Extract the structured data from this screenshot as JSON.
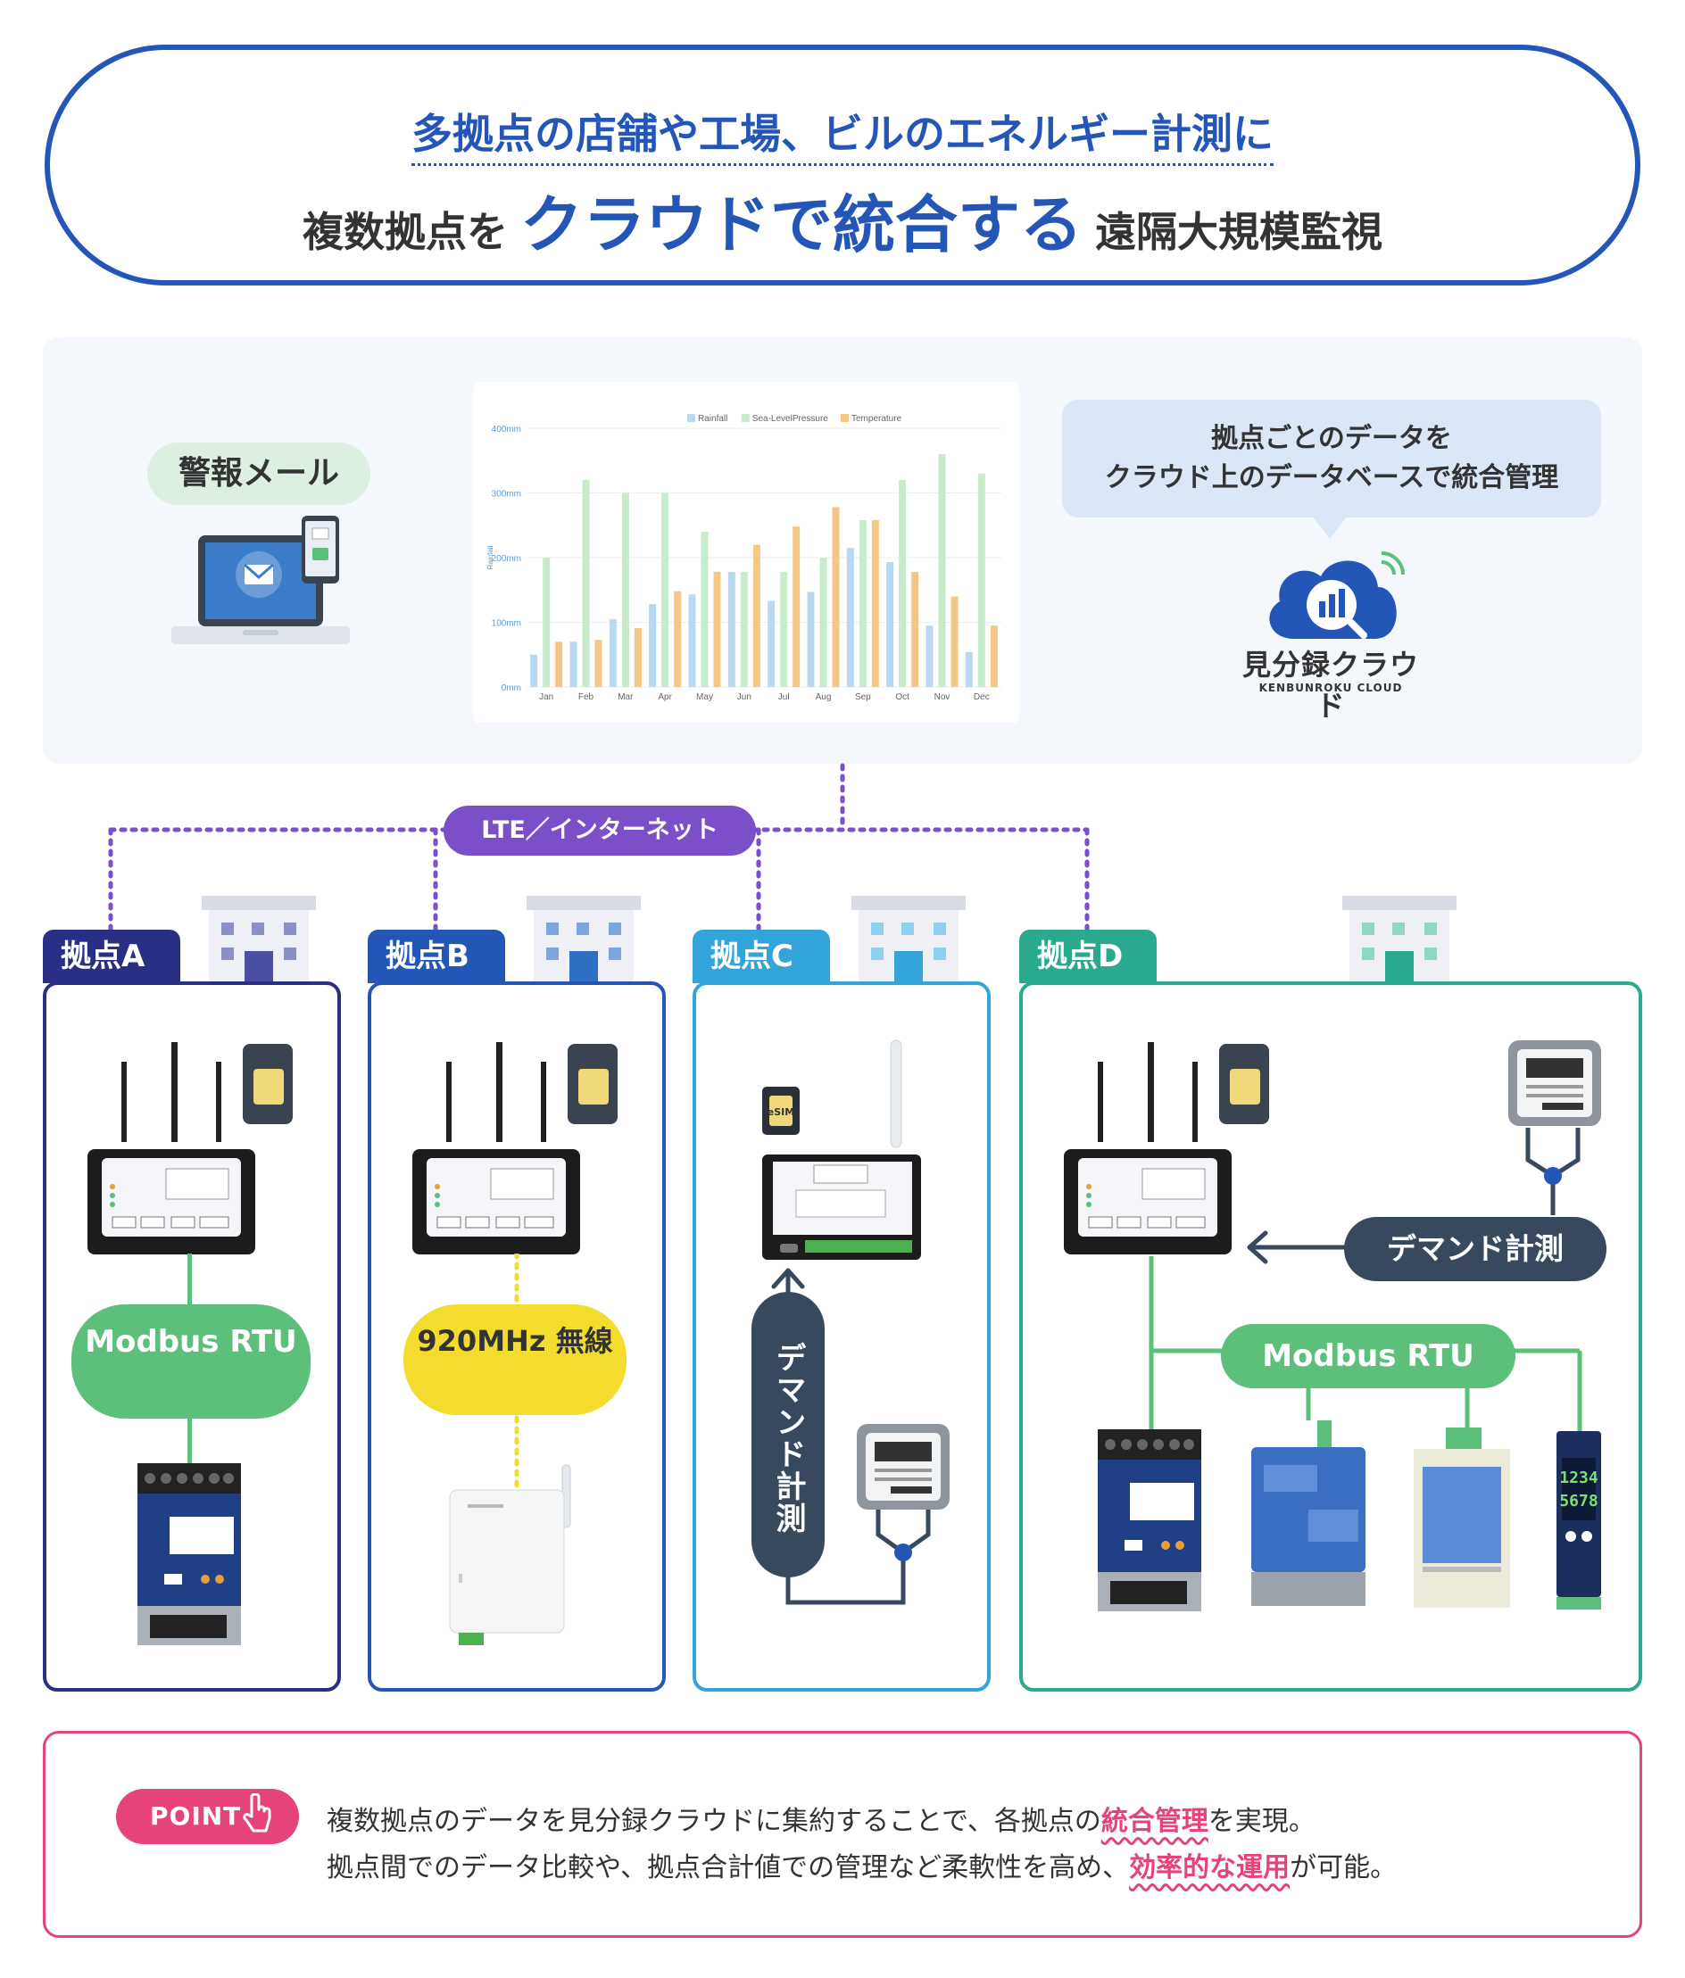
{
  "header": {
    "line1": "多拠点の店舗や工場、ビルのエネルギー計測に",
    "line2_prefix": "複数拠点を",
    "line2_emph": "クラウドで統合する",
    "line2_suffix": "遠隔大規模監視"
  },
  "cloud_panel": {
    "alert_label": "警報メール",
    "bubble_line1": "拠点ごとのデータを",
    "bubble_line2": "クラウド上のデータベースで統合管理",
    "cloud_name": "見分録クラウド",
    "cloud_sub": "KENBUNROKU CLOUD"
  },
  "network_label": "LTE／インターネット",
  "sites": {
    "a": {
      "tab": "拠点A",
      "link": "Modbus RTU"
    },
    "b": {
      "tab": "拠点B",
      "link": "920MHz 無線"
    },
    "c": {
      "tab": "拠点C",
      "link": "デマンド計測",
      "esim": "eSIM"
    },
    "d": {
      "tab": "拠点D",
      "demand": "デマンド計測",
      "link": "Modbus RTU",
      "meter_digits_top": "1234",
      "meter_digits_bottom": "5678"
    }
  },
  "point": {
    "label": "POINT",
    "line1_a": "複数拠点のデータを見分録クラウドに集約することで、各拠点の",
    "line1_hl": "統合管理",
    "line1_b": "を実現。",
    "line2_a": "拠点間でのデータ比較や、拠点合計値での管理など柔軟性を高め、",
    "line2_hl": "効率的な運用",
    "line2_b": "が可能。"
  },
  "colors": {
    "brand_blue": "#2456b8",
    "site_a": "#2a2f86",
    "site_b": "#2456b8",
    "site_c": "#33a4d9",
    "site_d": "#2aa98f",
    "lte": "#7b4fc7",
    "green": "#5cc07a",
    "yellow": "#f4dc2e",
    "pink": "#e5437a"
  },
  "chart_data": {
    "type": "bar",
    "categories": [
      "Jan",
      "Feb",
      "Mar",
      "Apr",
      "May",
      "Jun",
      "Jul",
      "Aug",
      "Sep",
      "Oct",
      "Nov",
      "Dec"
    ],
    "series": [
      {
        "name": "Rainfall",
        "color": "#b9d8f2",
        "values": [
          50,
          70,
          105,
          128,
          143,
          178,
          133,
          147,
          215,
          193,
          95,
          54
        ]
      },
      {
        "name": "Sea-LevelPressure",
        "color": "#c8ebcb",
        "values": [
          200,
          320,
          300,
          300,
          240,
          178,
          178,
          200,
          258,
          320,
          360,
          330
        ]
      },
      {
        "name": "Temperature",
        "color": "#f5c784",
        "values": [
          70,
          73,
          91,
          148,
          178,
          220,
          248,
          278,
          258,
          178,
          140,
          95
        ]
      }
    ],
    "ylabel": "Rainfall",
    "ylim": [
      0,
      400
    ],
    "yticks": [
      "0mm",
      "100mm",
      "200mm",
      "300mm",
      "400mm"
    ],
    "legend": "top",
    "grid": true
  }
}
